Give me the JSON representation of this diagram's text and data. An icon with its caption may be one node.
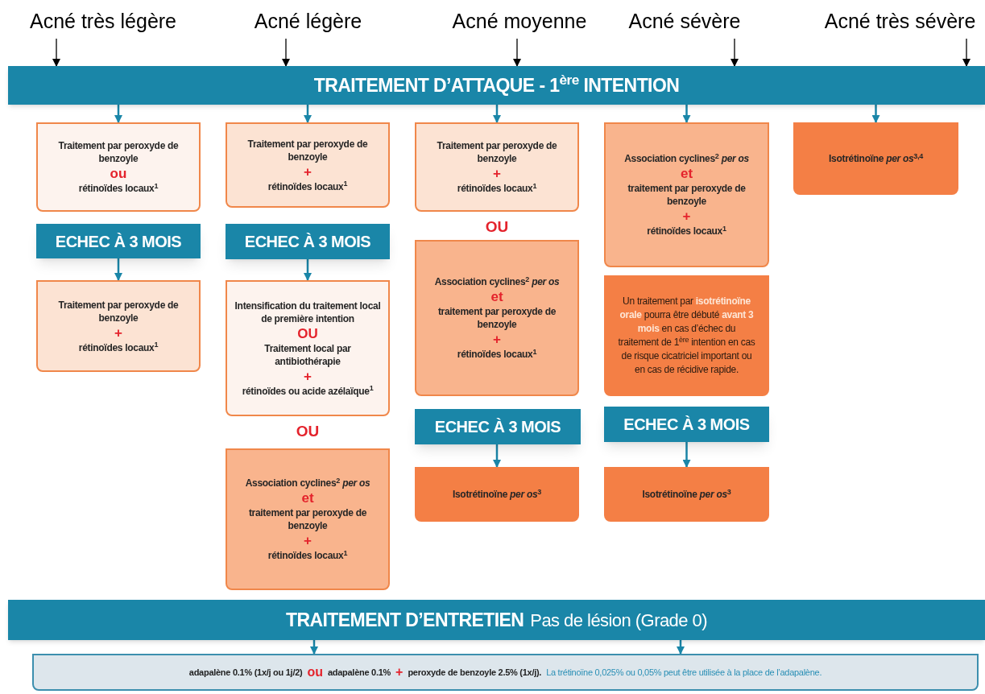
{
  "diagram": {
    "nodes": [
      {
        "text": [
          "Acné très légère"
        ]
      },
      {
        "text": [
          "Acné légère"
        ]
      },
      {
        "text": [
          "Acné moyenne"
        ]
      },
      {
        "text": [
          "Acné sévère"
        ]
      },
      {
        "text": [
          "Acné très sévère"
        ]
      },
      {
        "text": [
          "TRAITEMENT D’ATTAQUE - 1$^{ère}$ INTENTION"
        ]
      },
      {
        "text": [
          "Traitement par peroxyde de benzoyle",
          "ou",
          "rétinoïdes locaux$^{1}$"
        ]
      },
      {
        "text": [
          "ECHEC À 3 MOIS"
        ]
      },
      {
        "text": [
          "Traitement par peroxyde de benzoyle",
          "+",
          "rétinoïdes locaux$^{1}$"
        ]
      },
      {
        "text": [
          "Traitement par peroxyde de benzoyle",
          "+",
          "rétinoïdes locaux$^{1}$"
        ]
      },
      {
        "text": [
          "ECHEC À 3 MOIS"
        ]
      },
      {
        "text": [
          "Intensification du traitement local de première intention",
          "OU",
          "Traitement local par antibiothérapie",
          "+",
          "rétinoïdes ou acide azélaïque$^{1}$"
        ]
      },
      {
        "text": [
          "Association cyclines$^{2}$ *per os*",
          "et",
          "traitement par peroxyde de benzoyle",
          "+",
          "rétinoïdes locaux$^{1}$"
        ]
      },
      {
        "text": [
          "Traitement par peroxyde de benzoyle",
          "+",
          "rétinoïdes locaux$^{1}$"
        ]
      },
      {
        "text": [
          "Association cyclines$^{2}$ *per os*",
          "et",
          "traitement par peroxyde de benzoyle",
          "+",
          "rétinoïdes locaux$^{1}$"
        ]
      },
      {
        "text": [
          "ECHEC À 3 MOIS"
        ]
      },
      {
        "text": [
          "Isotrétinoïne *per os*$^{3}$"
        ]
      },
      {
        "text": [
          "Association cyclines$^{2}$ *per os*",
          "et",
          "traitement par peroxyde de benzoyle",
          "+",
          "rétinoïdes locaux$^{1}$"
        ]
      },
      {
        "text": [
          "Un traitement par **isotrétinoïne orale** pourra être débuté **avant 3 mois** en cas d’échec du traitement de 1$^{ère}$ intention en cas de risque cicatriciel important ou en cas de récidive rapide."
        ]
      },
      {
        "text": [
          "ECHEC À 3 MOIS"
        ]
      },
      {
        "text": [
          "Isotrétinoïne *per os*$^{3}$"
        ]
      },
      {
        "text": [
          "Isotrétinoïne *per os*$^{3,4}$"
        ]
      },
      {
        "text": [
          "TRAITEMENT D’ENTRETIEN",
          "Pas de lésion (Grade 0)"
        ]
      },
      {
        "text": [
          "adapalène 0.1% (1x/j ou 1j/2)",
          "ou",
          "adapalène 0.1%",
          "+",
          "peroxyde de benzoyle 2.5% (1x/j).",
          "La trétinoïne 0,025% ou 0,05% peut être utilisée à la place de l’adapalène."
        ]
      }
    ],
    "edges": [
      {
        "from": 0,
        "to": 5,
        "arrow": "to",
        "color": "#000000"
      },
      {
        "from": 1,
        "to": 5,
        "arrow": "to",
        "color": "#000000"
      },
      {
        "from": 2,
        "to": 5,
        "arrow": "to",
        "color": "#000000"
      },
      {
        "from": 3,
        "to": 5,
        "arrow": "to",
        "color": "#000000"
      },
      {
        "from": 4,
        "to": 5,
        "arrow": "to",
        "color": "#000000"
      },
      {
        "from": 5,
        "to": 6,
        "arrow": "to"
      },
      {
        "from": 5,
        "to": 9,
        "arrow": "to"
      },
      {
        "from": 5,
        "to": 13,
        "arrow": "to"
      },
      {
        "from": 5,
        "to": 17,
        "arrow": "to"
      },
      {
        "from": 5,
        "to": 21,
        "arrow": "to"
      },
      {
        "from": 7,
        "to": 8,
        "arrow": "to"
      },
      {
        "from": 10,
        "to": 11,
        "arrow": "to"
      },
      {
        "from": 15,
        "to": 16,
        "arrow": "to"
      },
      {
        "from": 19,
        "to": 20,
        "arrow": "to"
      },
      {
        "from": 22,
        "to": 23,
        "arrow": "to"
      },
      {
        "from": 22,
        "to": 23,
        "arrow": "to"
      }
    ],
    "labels": [
      "OU",
      "OU"
    ]
  }
}
